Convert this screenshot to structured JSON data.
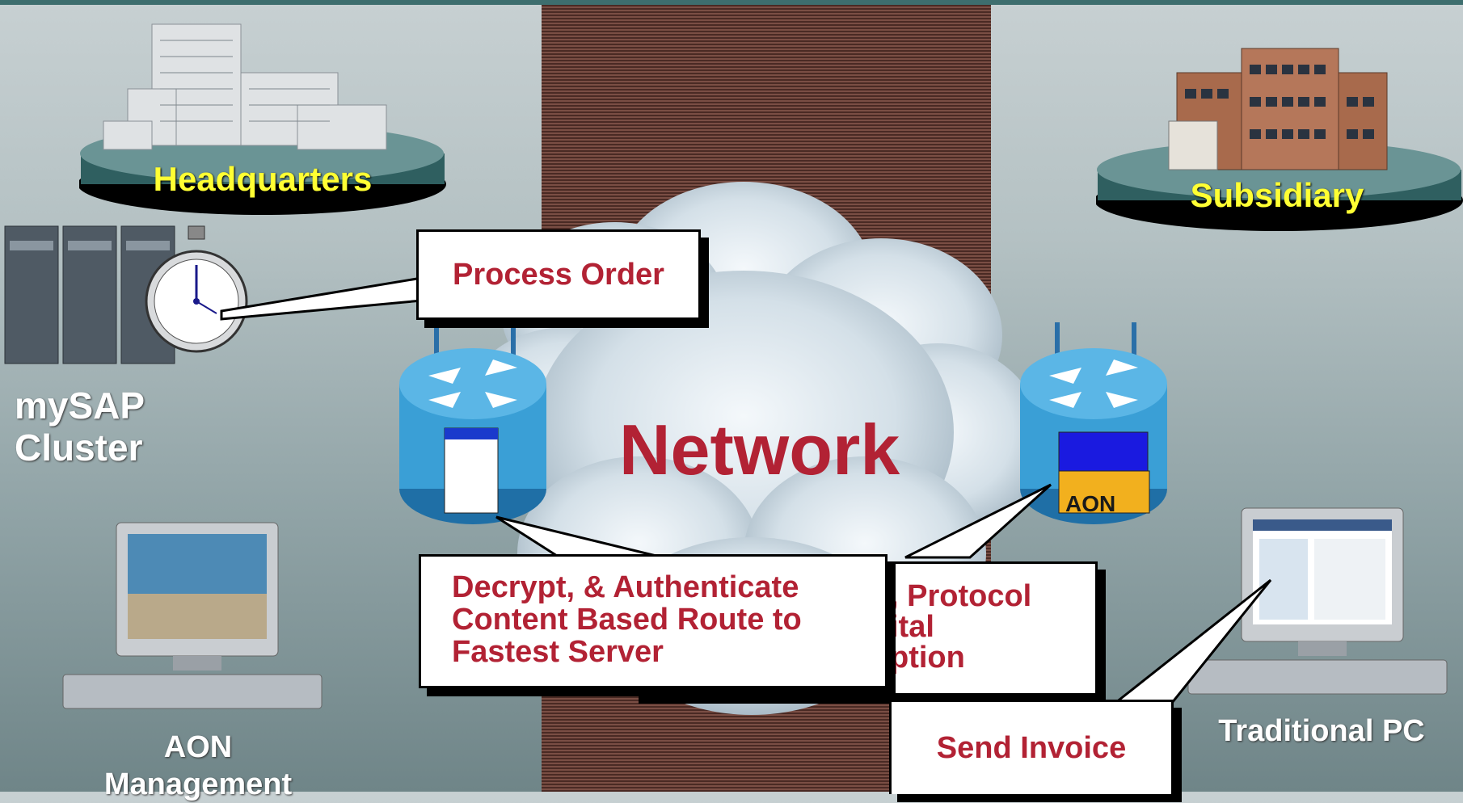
{
  "locations": {
    "headquarters": "Headquarters",
    "subsidiary": "Subsidiary"
  },
  "devices": {
    "mysap_line1": "mySAP",
    "mysap_line2": "Cluster",
    "aon_mgmt_line1": "AON",
    "aon_mgmt_line2": "Management",
    "traditional_pc": "Traditional PC",
    "router_right_label": "AON"
  },
  "network": {
    "label": "Network"
  },
  "callouts": {
    "process_order": "Process Order",
    "decrypt_line1": "Decrypt, & Authenticate",
    "decrypt_line2": "Content Based Route to",
    "decrypt_line3": "Fastest Server",
    "hidden_line1": ", Protocol",
    "hidden_line2": "ital",
    "hidden_line3": "ption",
    "send_invoice": "Send Invoice"
  },
  "colors": {
    "accent_red": "#b22234",
    "label_yellow": "#ffff33",
    "platform_teal": "#2f5f60",
    "router_blue": "#3a9fd6"
  }
}
